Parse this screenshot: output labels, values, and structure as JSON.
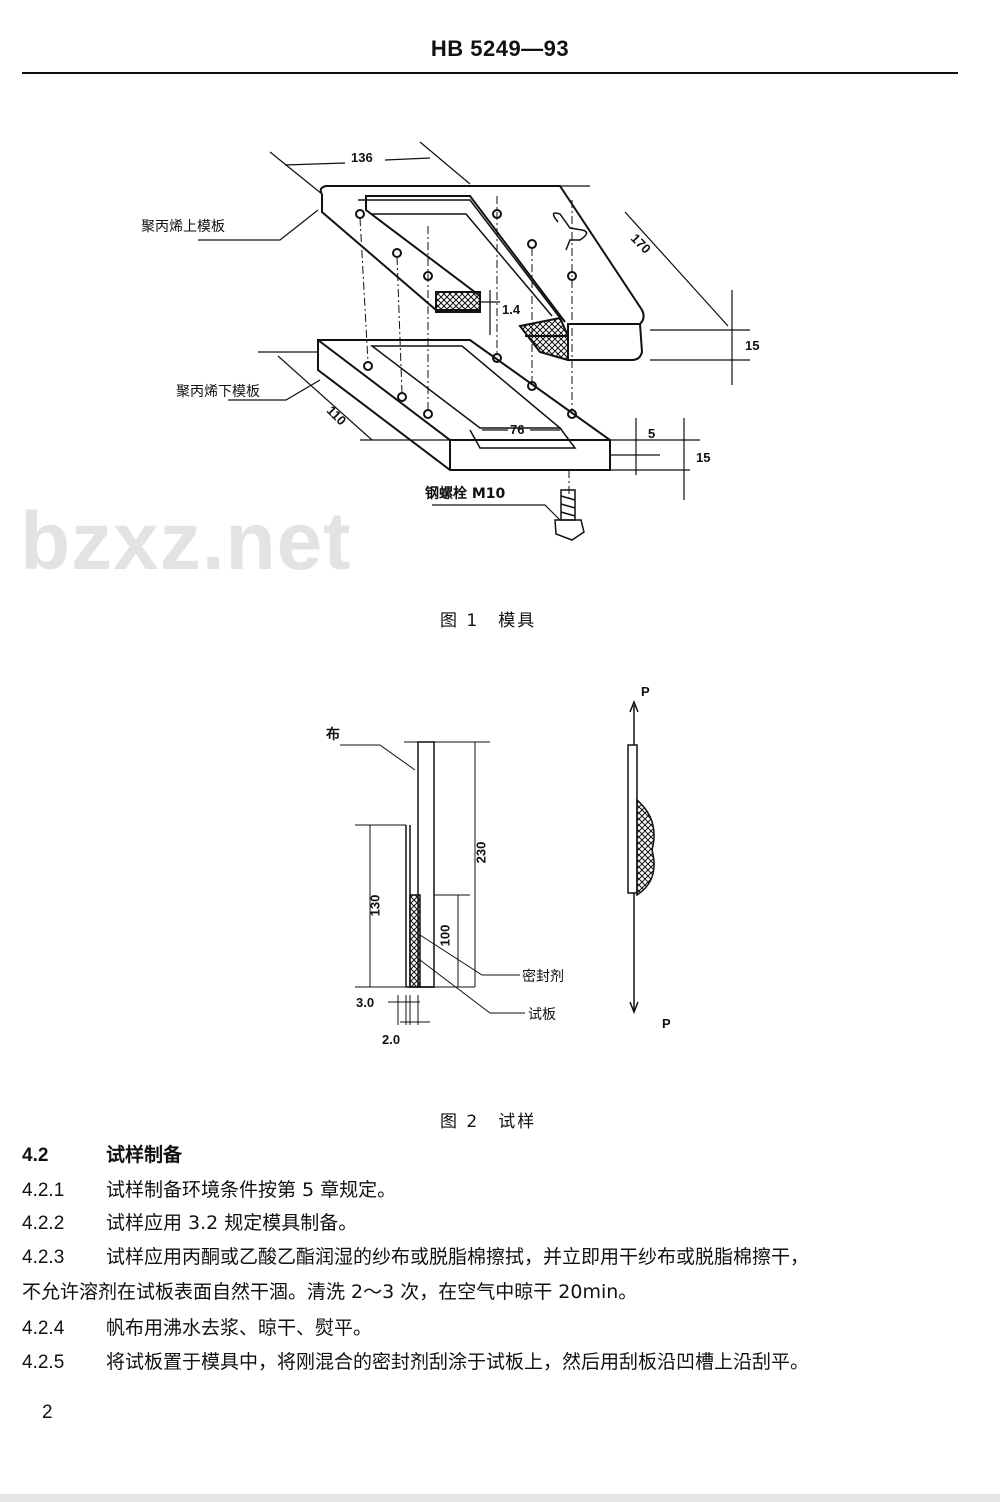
{
  "header": {
    "doc_code": "HB 5249—93"
  },
  "watermark": "bzxz.net",
  "figure1": {
    "caption": "图 1　模具",
    "labels": {
      "upper_plate": "聚丙烯上模板",
      "lower_plate": "聚丙烯下模板",
      "bolt": "钢螺栓 M10"
    },
    "dimensions": {
      "top_width": "136",
      "length": "170",
      "upper_height": "15",
      "gap": "1.4",
      "lower_width": "110",
      "groove_width": "76",
      "groove_depth": "5",
      "lower_height": "15"
    }
  },
  "figure2": {
    "caption": "图 2　试样",
    "labels": {
      "cloth": "布",
      "sealant": "密封剂",
      "test_plate": "试板",
      "load_top": "P",
      "load_bottom": "P"
    },
    "dimensions": {
      "total_length": "230",
      "plate_length": "130",
      "sealant_length": "100",
      "thickness_a": "3.0",
      "thickness_b": "2.0"
    }
  },
  "section": {
    "number": "4.2",
    "title": "试样制备",
    "items": [
      {
        "number": "4.2.1",
        "text": "试样制备环境条件按第 5 章规定。"
      },
      {
        "number": "4.2.2",
        "text": "试样应用 3.2 规定模具制备。"
      },
      {
        "number": "4.2.3",
        "text": "试样应用丙酮或乙酸乙酯润湿的纱布或脱脂棉擦拭，并立即用干纱布或脱脂棉擦干，",
        "continuation": "不允许溶剂在试板表面自然干涸。清洗 2～3 次，在空气中晾干 20min。"
      },
      {
        "number": "4.2.4",
        "text": "帆布用沸水去浆、晾干、熨平。"
      },
      {
        "number": "4.2.5",
        "text": "将试板置于模具中，将刚混合的密封剂刮涂于试板上，然后用刮板沿凹槽上沿刮平。"
      }
    ]
  },
  "page_number": "2"
}
